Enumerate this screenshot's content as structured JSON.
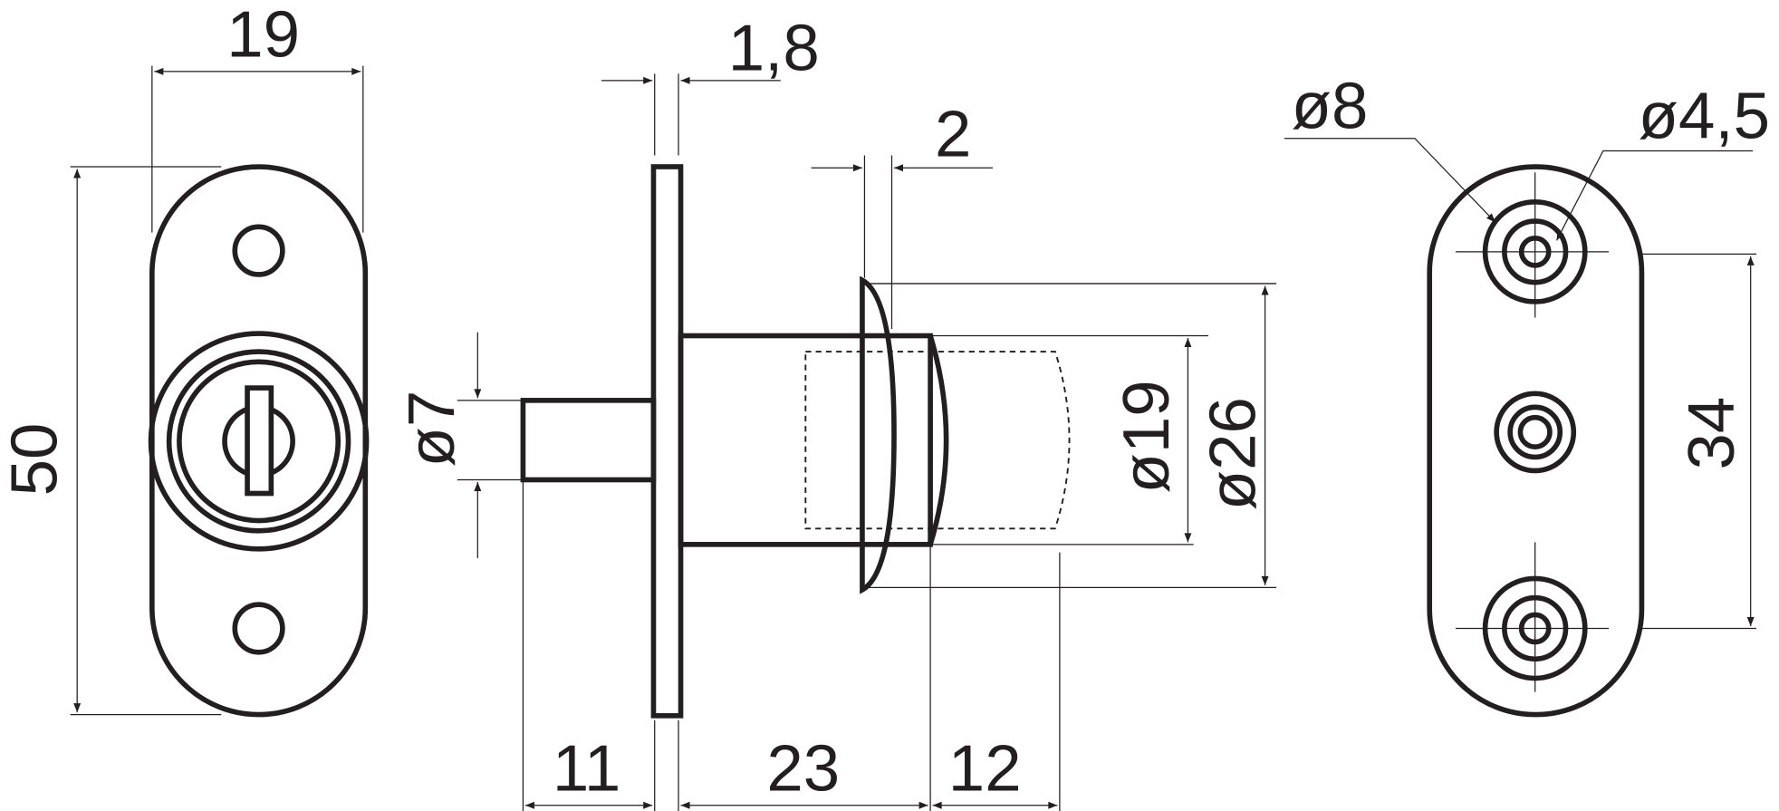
{
  "drawing": {
    "front_view": {
      "width_label": "19",
      "height_label": "50"
    },
    "side_view": {
      "flange_label": "1,8",
      "collar_label": "2",
      "shaft_diameter_label": "ø7",
      "body_diameter_label": "ø19",
      "collar_diameter_label": "ø26",
      "shaft_length_label": "11",
      "body_length_label": "23",
      "travel_label": "12"
    },
    "back_view": {
      "counterbore_label": "ø8",
      "hole_label": "ø4,5",
      "hole_spacing_label": "34"
    }
  },
  "colors": {
    "line": "#231f20",
    "background": "#ffffff"
  }
}
